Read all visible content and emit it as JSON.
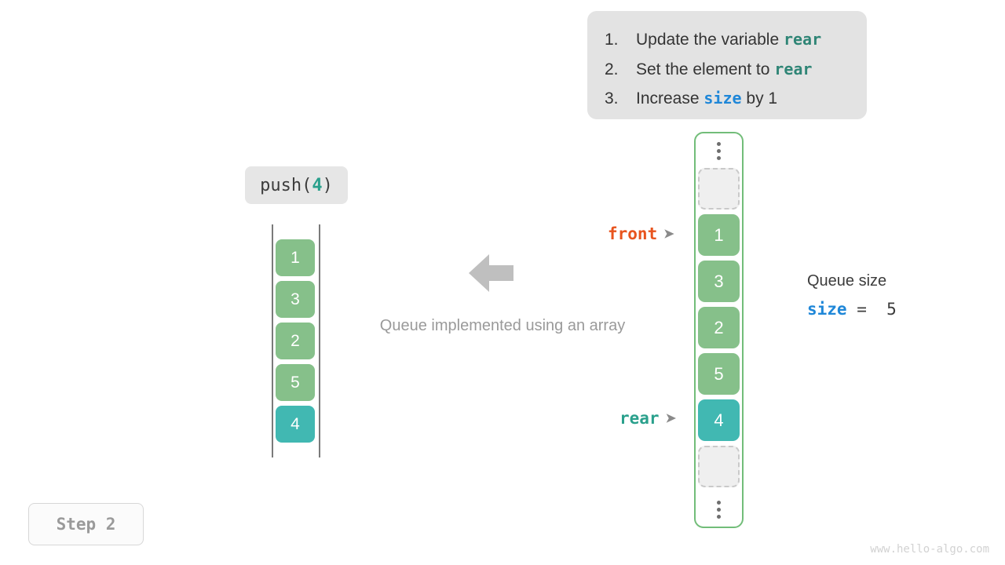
{
  "instructions": {
    "items": [
      {
        "num": "1.",
        "before": "Update the variable ",
        "code": "rear",
        "code_color": "teal",
        "after": ""
      },
      {
        "num": "2.",
        "before": "Set the element to ",
        "code": "rear",
        "code_color": "teal",
        "after": ""
      },
      {
        "num": "3.",
        "before": "Increase ",
        "code": "size",
        "code_color": "blue",
        "after": " by 1"
      }
    ]
  },
  "operation": {
    "name": "push(",
    "arg": "4",
    "close": ")"
  },
  "left_array": {
    "cells": [
      {
        "value": "1",
        "color": "green"
      },
      {
        "value": "3",
        "color": "green"
      },
      {
        "value": "2",
        "color": "green"
      },
      {
        "value": "5",
        "color": "green"
      },
      {
        "value": "4",
        "color": "teal"
      }
    ]
  },
  "center": {
    "arrow_icon": "arrow-left-icon",
    "caption": "Queue implemented using an array"
  },
  "memory_array": {
    "top_ellipsis": "vertical-ellipsis-icon",
    "bottom_ellipsis": "vertical-ellipsis-icon",
    "cells": [
      {
        "value": "",
        "color": "empty"
      },
      {
        "value": "1",
        "color": "green"
      },
      {
        "value": "3",
        "color": "green"
      },
      {
        "value": "2",
        "color": "green"
      },
      {
        "value": "5",
        "color": "green"
      },
      {
        "value": "4",
        "color": "teal"
      },
      {
        "value": "",
        "color": "empty"
      }
    ]
  },
  "pointers": {
    "front": {
      "label": "front",
      "arrow": "➤",
      "color": "#e8541e"
    },
    "rear": {
      "label": "rear",
      "arrow": "➤",
      "color": "#2aa08c"
    }
  },
  "size_readout": {
    "title": "Queue size",
    "keyword": "size",
    "expression": " =  5"
  },
  "step_badge": {
    "label": "Step 2"
  },
  "watermark": {
    "text": "www.hello-algo.com"
  },
  "colors": {
    "green": "#86c08a",
    "teal": "#41b8b2",
    "front_orange": "#e8541e",
    "rear_teal": "#2aa08c",
    "size_blue": "#1f87d8",
    "panel_bg": "#e3e3e3",
    "container_border": "#72bd79"
  }
}
